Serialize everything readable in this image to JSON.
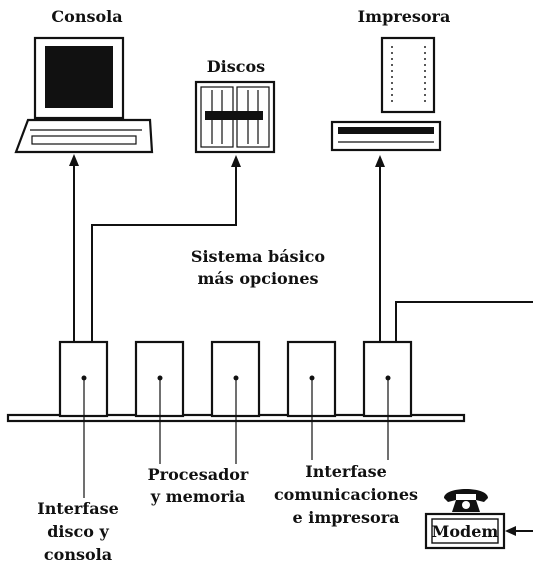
{
  "labels": {
    "console": "Consola",
    "disks": "Discos",
    "printer": "Impresora",
    "system_line1": "Sistema básico",
    "system_line2": "más opciones",
    "processor_line1": "Procesador",
    "processor_line2": "y memoria",
    "disk_console_if_line1": "Interfase",
    "disk_console_if_line2": "disco y",
    "disk_console_if_line3": "consola",
    "comm_printer_if_line1": "Interfase",
    "comm_printer_if_line2": "comunicaciones",
    "comm_printer_if_line3": "e impresora",
    "modem": "Modem"
  },
  "icons": {
    "console": "computer-terminal-icon",
    "disks": "disk-drives-icon",
    "printer": "printer-icon",
    "telephone": "telephone-icon"
  },
  "colors": {
    "ink": "#111111",
    "paper": "#ffffff"
  }
}
